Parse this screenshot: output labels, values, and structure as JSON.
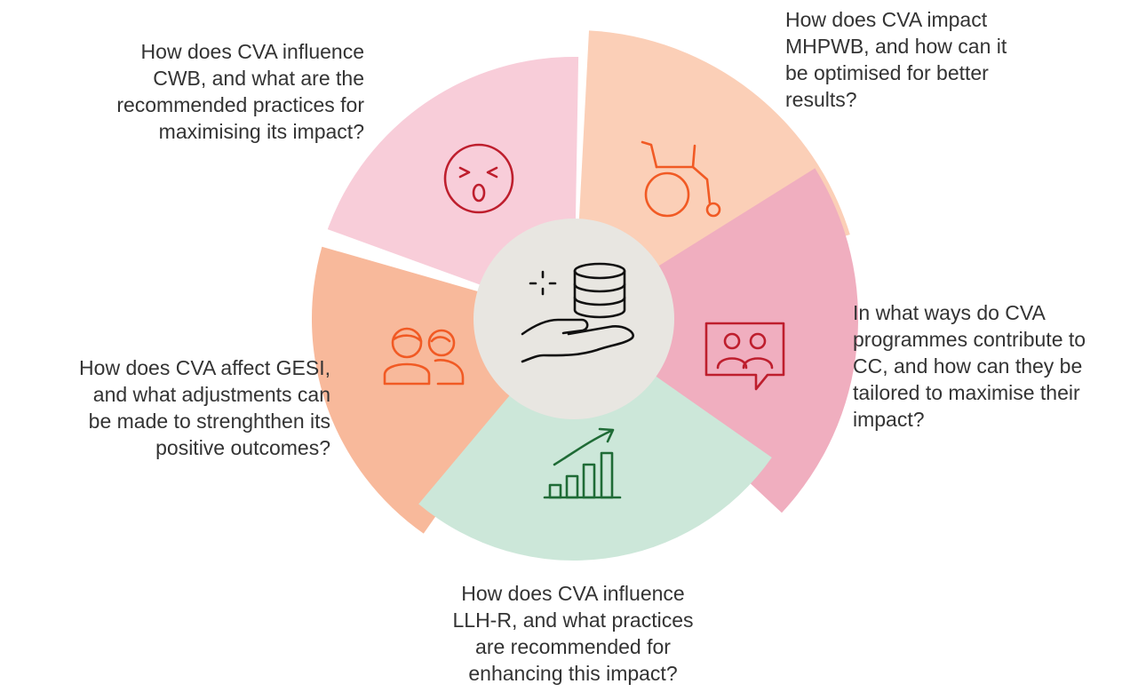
{
  "colors": {
    "cwb_segment": "#f8cdd9",
    "mhpwb_segment": "#fbcfb7",
    "cc_segment": "#f0aebf",
    "llh_segment": "#cce7d9",
    "gesi_segment": "#f8b99b",
    "center_circle": "#e8e6e1",
    "cwb_icon": "#be1e2d",
    "mhpwb_icon": "#f15a24",
    "cc_icon": "#be1e2d",
    "llh_icon": "#1f6b36",
    "gesi_icon": "#f15a24",
    "center_icon": "#111111"
  },
  "icons": {
    "center": "hand-holding-database-icon",
    "cwb": "distressed-face-icon",
    "mhpwb": "wheelchair-icon",
    "cc": "people-speech-bubble-icon",
    "llh": "growth-bar-chart-icon",
    "gesi": "two-people-icon"
  },
  "questions": {
    "cwb": "How does CVA influence\nCWB, and what are the\nrecommended practices for\nmaximising its impact?",
    "mhpwb": "How does CVA impact\nMHPWB, and how can it\nbe optimised for better\nresults?",
    "cc": "In what ways do CVA\nprogrammes contribute to\nCC, and how can they be\ntailored to maximise their\nimpact?",
    "gesi": "How does CVA affect GESI,\nand what adjustments can\nbe made to strenghthen its\npositive outcomes?",
    "llh": "How does CVA influence\nLLH-R, and what practices\nare recommended for\nenhancing this impact?"
  }
}
